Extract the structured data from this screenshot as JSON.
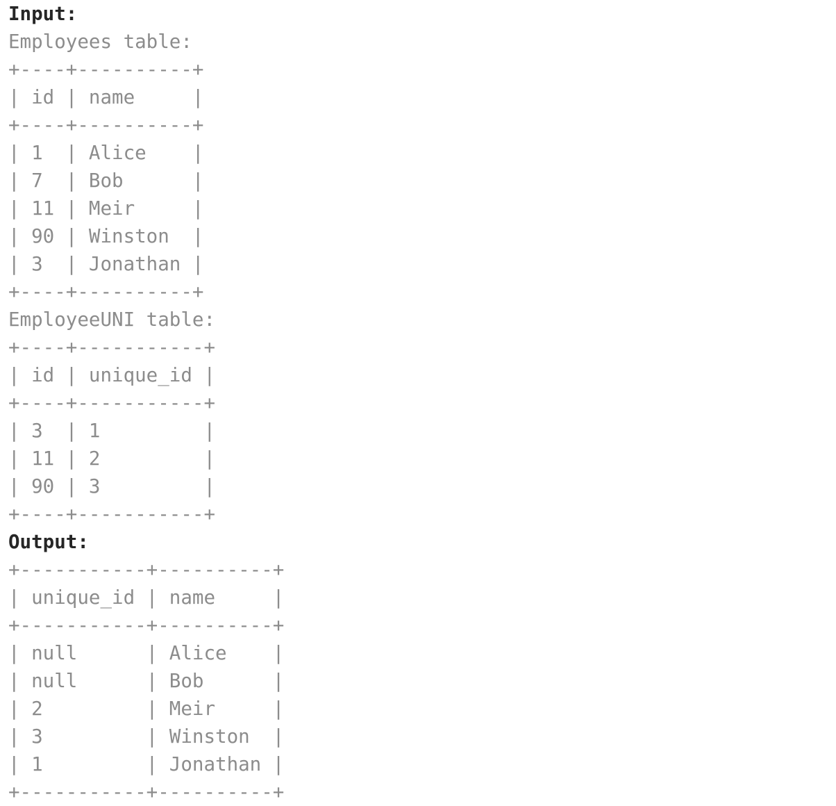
{
  "colors": {
    "background": "#ffffff",
    "muted_text": "#8c8c8c",
    "label_text": "#262626"
  },
  "example": {
    "input_label": "Input:",
    "employees_table": {
      "title": "Employees table:",
      "lines": [
        "+----+----------+",
        "| id | name     |",
        "+----+----------+",
        "| 1  | Alice    |",
        "| 7  | Bob      |",
        "| 11 | Meir     |",
        "| 90 | Winston  |",
        "| 3  | Jonathan |",
        "+----+----------+"
      ]
    },
    "employeeuni_table": {
      "title": "EmployeeUNI table:",
      "lines": [
        "+----+-----------+",
        "| id | unique_id |",
        "+----+-----------+",
        "| 3  | 1         |",
        "| 11 | 2         |",
        "| 90 | 3         |",
        "+----+-----------+"
      ]
    },
    "output_label": "Output:",
    "output_table": {
      "lines": [
        "+-----------+----------+",
        "| unique_id | name     |",
        "+-----------+----------+",
        "| null      | Alice    |",
        "| null      | Bob      |",
        "| 2         | Meir     |",
        "| 3         | Winston  |",
        "| 1         | Jonathan |",
        "+-----------+----------+"
      ]
    }
  }
}
